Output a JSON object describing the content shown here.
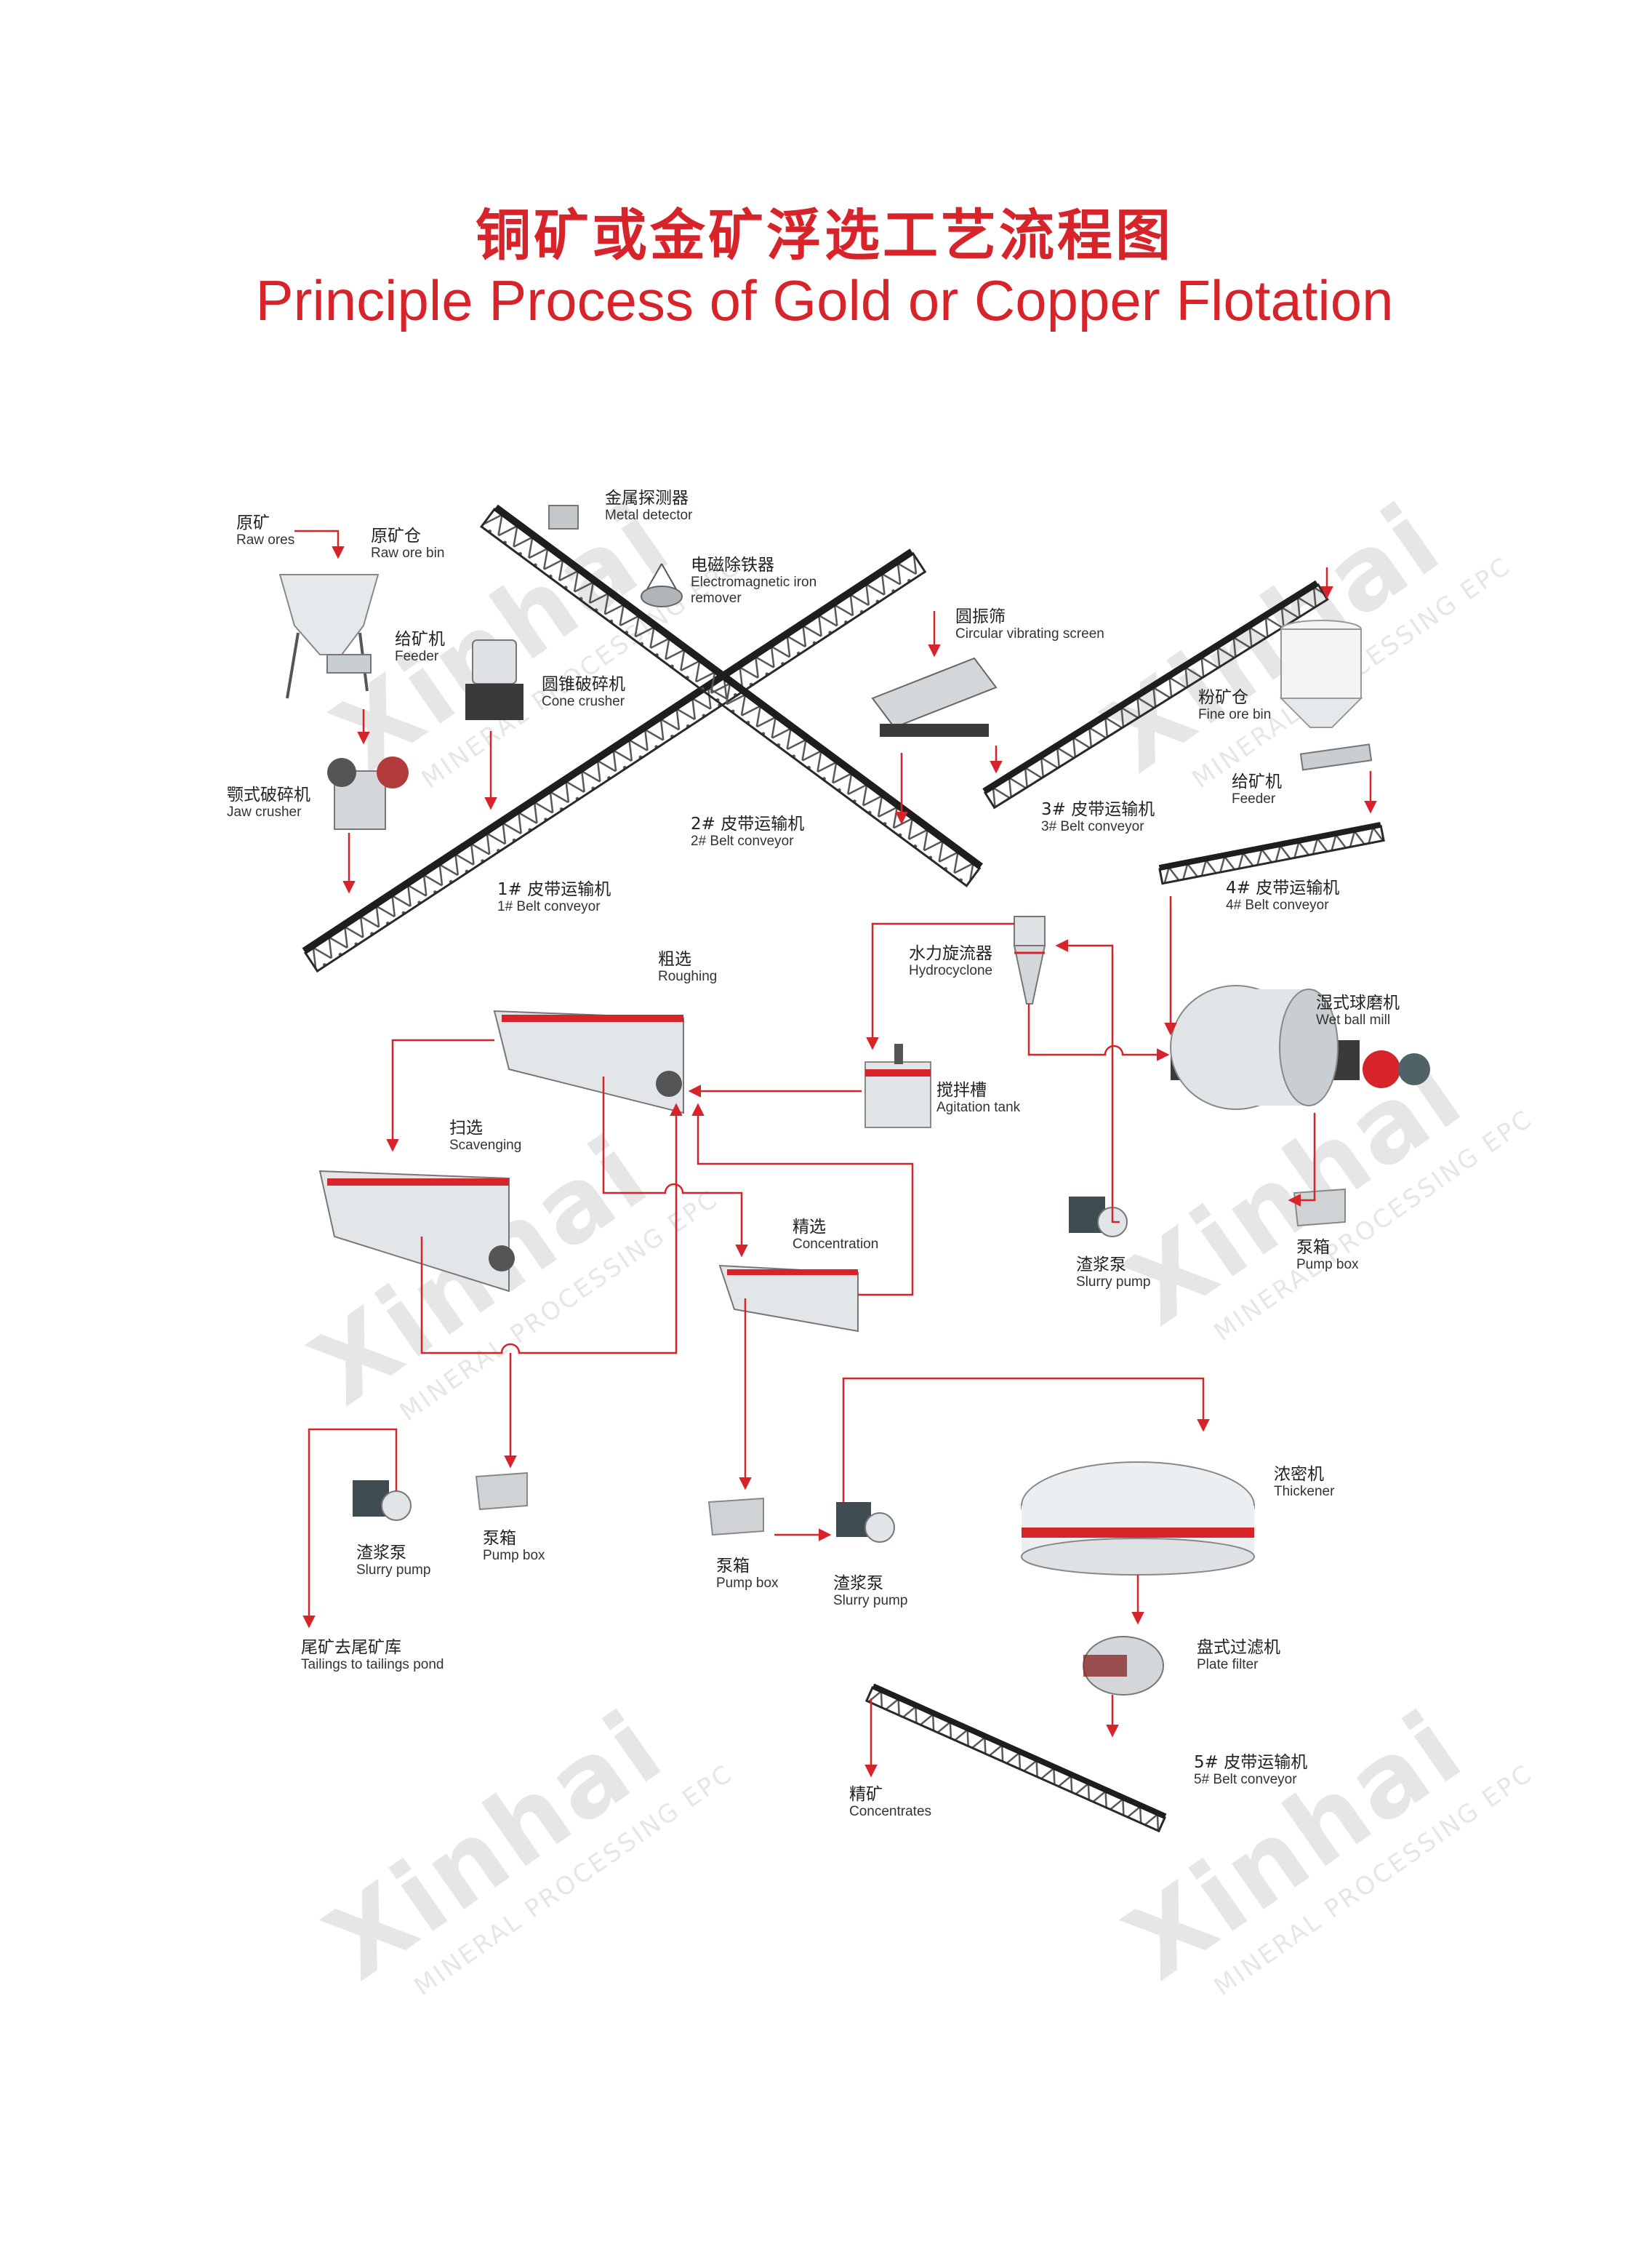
{
  "title_zh": "铜矿或金矿浮选工艺流程图",
  "title_en": "Principle Process of Gold or Copper Flotation",
  "watermark": {
    "brand": "Xinhai",
    "tagline": "MINERAL PROCESSING EPC"
  },
  "colors": {
    "accent": "#d7242b",
    "truss": "#2a2a2a",
    "equipment": "#cfd3d6"
  },
  "nodes": {
    "raw_ores": {
      "zh": "原矿",
      "en": "Raw ores"
    },
    "raw_ore_bin": {
      "zh": "原矿仓",
      "en": "Raw ore bin"
    },
    "feeder_1": {
      "zh": "给矿机",
      "en": "Feeder"
    },
    "jaw_crusher": {
      "zh": "颚式破碎机",
      "en": "Jaw crusher"
    },
    "metal_detector": {
      "zh": "金属探测器",
      "en": "Metal detector"
    },
    "iron_remover": {
      "zh": "电磁除铁器",
      "en": "Electromagnetic iron remover"
    },
    "cone_crusher": {
      "zh": "圆锥破碎机",
      "en": "Cone crusher"
    },
    "belt_1": {
      "zh": "1# 皮带运输机",
      "en": "1# Belt conveyor"
    },
    "belt_2": {
      "zh": "2# 皮带运输机",
      "en": "2# Belt conveyor"
    },
    "vibrating_screen": {
      "zh": "圆振筛",
      "en": "Circular vibrating screen"
    },
    "belt_3": {
      "zh": "3# 皮带运输机",
      "en": "3# Belt conveyor"
    },
    "fine_ore_bin": {
      "zh": "粉矿仓",
      "en": "Fine ore bin"
    },
    "feeder_2": {
      "zh": "给矿机",
      "en": "Feeder"
    },
    "belt_4": {
      "zh": "4# 皮带运输机",
      "en": "4# Belt conveyor"
    },
    "hydrocyclone": {
      "zh": "水力旋流器",
      "en": "Hydrocyclone"
    },
    "ball_mill": {
      "zh": "湿式球磨机",
      "en": "Wet ball mill"
    },
    "agitation_tank": {
      "zh": "搅拌槽",
      "en": "Agitation tank"
    },
    "roughing": {
      "zh": "粗选",
      "en": "Roughing"
    },
    "scavenging": {
      "zh": "扫选",
      "en": "Scavenging"
    },
    "concentration": {
      "zh": "精选",
      "en": "Concentration"
    },
    "slurry_pump_mill": {
      "zh": "渣浆泵",
      "en": "Slurry pump"
    },
    "pump_box_mill": {
      "zh": "泵箱",
      "en": "Pump box"
    },
    "slurry_pump_tail": {
      "zh": "渣浆泵",
      "en": "Slurry pump"
    },
    "pump_box_tail": {
      "zh": "泵箱",
      "en": "Pump box"
    },
    "tailings": {
      "zh": "尾矿去尾矿库",
      "en": "Tailings to tailings pond"
    },
    "pump_box_conc": {
      "zh": "泵箱",
      "en": "Pump box"
    },
    "slurry_pump_conc": {
      "zh": "渣浆泵",
      "en": "Slurry pump"
    },
    "thickener": {
      "zh": "浓密机",
      "en": "Thickener"
    },
    "plate_filter": {
      "zh": "盘式过滤机",
      "en": "Plate filter"
    },
    "belt_5": {
      "zh": "5# 皮带运输机",
      "en": "5# Belt conveyor"
    },
    "concentrates": {
      "zh": "精矿",
      "en": "Concentrates"
    }
  }
}
